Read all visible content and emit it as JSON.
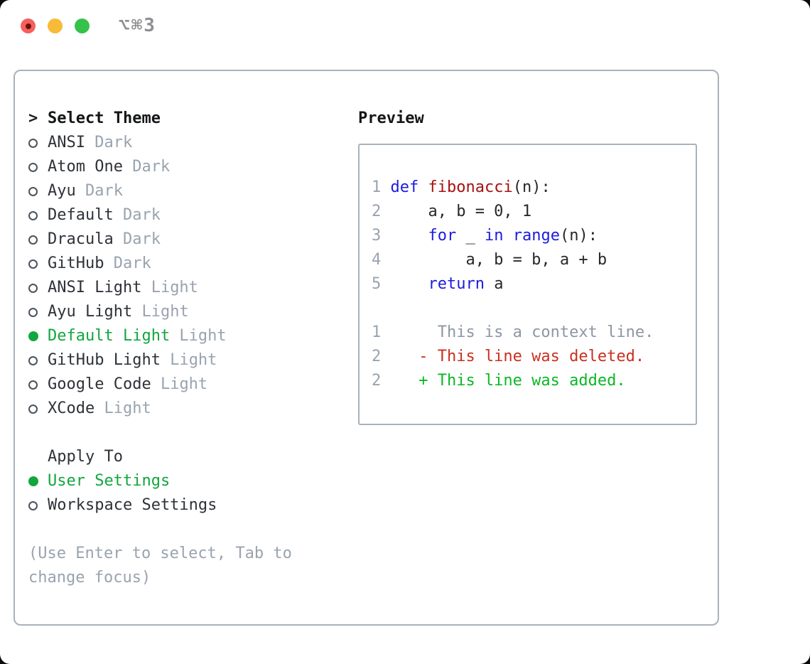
{
  "titlebar": {
    "shortcut": "⌥⌘3",
    "traffic_lights": [
      {
        "name": "close",
        "color": "#f4605a",
        "dot": "#6d0f0c"
      },
      {
        "name": "minimize",
        "color": "#f7bb38"
      },
      {
        "name": "zoom",
        "color": "#35c24b"
      }
    ]
  },
  "theme_selector": {
    "prompt": ">",
    "title": "Select Theme",
    "items": [
      {
        "label": "ANSI",
        "variant": "Dark",
        "selected": false
      },
      {
        "label": "Atom One",
        "variant": "Dark",
        "selected": false
      },
      {
        "label": "Ayu",
        "variant": "Dark",
        "selected": false
      },
      {
        "label": "Default",
        "variant": "Dark",
        "selected": false
      },
      {
        "label": "Dracula",
        "variant": "Dark",
        "selected": false
      },
      {
        "label": "GitHub",
        "variant": "Dark",
        "selected": false
      },
      {
        "label": "ANSI Light",
        "variant": "Light",
        "selected": false
      },
      {
        "label": "Ayu Light",
        "variant": "Light",
        "selected": false
      },
      {
        "label": "Default Light",
        "variant": "Light",
        "selected": true
      },
      {
        "label": "GitHub Light",
        "variant": "Light",
        "selected": false
      },
      {
        "label": "Google Code",
        "variant": "Light",
        "selected": false
      },
      {
        "label": "XCode",
        "variant": "Light",
        "selected": false
      }
    ],
    "apply_to": {
      "title": "Apply To",
      "options": [
        {
          "label": "User Settings",
          "selected": true
        },
        {
          "label": "Workspace Settings",
          "selected": false
        }
      ]
    },
    "hint": [
      "(Use Enter to select, Tab to",
      "change focus)"
    ]
  },
  "preview": {
    "title": "Preview",
    "lines": [
      {
        "num": "1",
        "segments": [
          {
            "text": "def",
            "color": "keyword"
          },
          {
            "text": " ",
            "color": "plain"
          },
          {
            "text": "fibonacci",
            "color": "function"
          },
          {
            "text": "(n):",
            "color": "plain"
          }
        ]
      },
      {
        "num": "2",
        "segments": [
          {
            "text": "    a, b = 0, 1",
            "color": "plain"
          }
        ]
      },
      {
        "num": "3",
        "segments": [
          {
            "text": "    ",
            "color": "plain"
          },
          {
            "text": "for",
            "color": "keyword"
          },
          {
            "text": " _ ",
            "color": "plain"
          },
          {
            "text": "in",
            "color": "keyword"
          },
          {
            "text": " ",
            "color": "plain"
          },
          {
            "text": "range",
            "color": "keyword"
          },
          {
            "text": "(n):",
            "color": "plain"
          }
        ]
      },
      {
        "num": "4",
        "segments": [
          {
            "text": "        a, b = b, a + b",
            "color": "plain"
          }
        ]
      },
      {
        "num": "5",
        "segments": [
          {
            "text": "    ",
            "color": "plain"
          },
          {
            "text": "return",
            "color": "keyword"
          },
          {
            "text": " a",
            "color": "plain"
          }
        ]
      },
      {
        "num": "",
        "segments": []
      },
      {
        "num": "1",
        "segments": [
          {
            "text": "     This is a context line.",
            "color": "context"
          }
        ]
      },
      {
        "num": "2",
        "segments": [
          {
            "text": "   - This line was deleted.",
            "color": "deleted"
          }
        ]
      },
      {
        "num": "2",
        "segments": [
          {
            "text": "   + This line was added.",
            "color": "added"
          }
        ]
      }
    ]
  },
  "colors": {
    "border": "#a9b1ba",
    "text": "#2e3238",
    "gray": "#99a3af",
    "selected_green": "#12a63e",
    "keyword": "#1c1ce0",
    "function": "#a51212",
    "plain": "#26282b",
    "context": "#8d97a3",
    "deleted": "#c8301f",
    "added": "#0ab823"
  }
}
